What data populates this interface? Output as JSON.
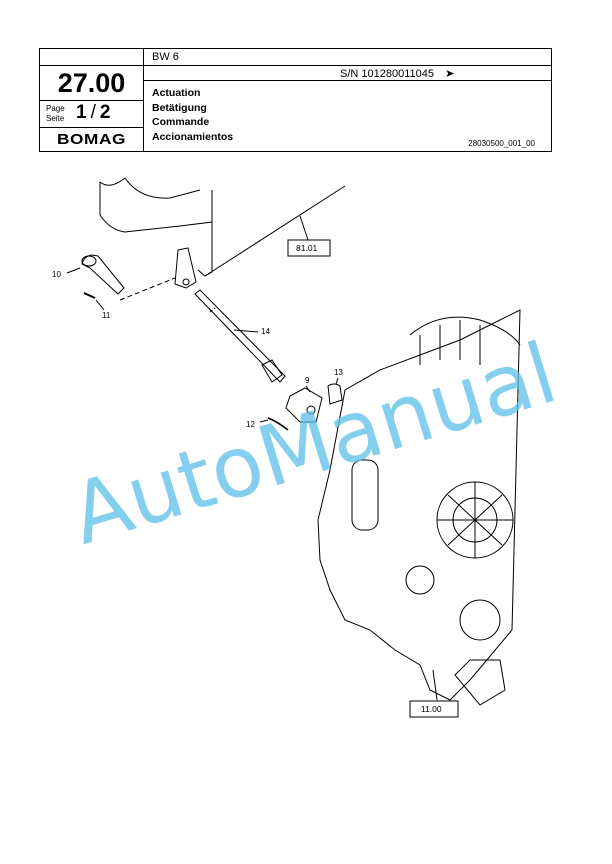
{
  "header": {
    "model": "BW 6",
    "serial": "S/N 101280011045",
    "serial_arrow": "➤",
    "section_number": "27.00",
    "page_label_de": "Page",
    "page_label_en": "Seite",
    "page_current": "1",
    "page_sep": "/",
    "page_total": "2",
    "brand": "BOMAG",
    "titles": [
      "Actuation",
      "Betätigung",
      "Commande",
      "Accionamientos"
    ],
    "doc_number": "28030500_001_00"
  },
  "callouts": {
    "c10": "10",
    "c11": "11",
    "c14": "14",
    "c9": "9",
    "c13": "13",
    "c12": "12",
    "ref_top": "81.01",
    "ref_bottom": "11.00"
  },
  "watermark": "AutoManual"
}
